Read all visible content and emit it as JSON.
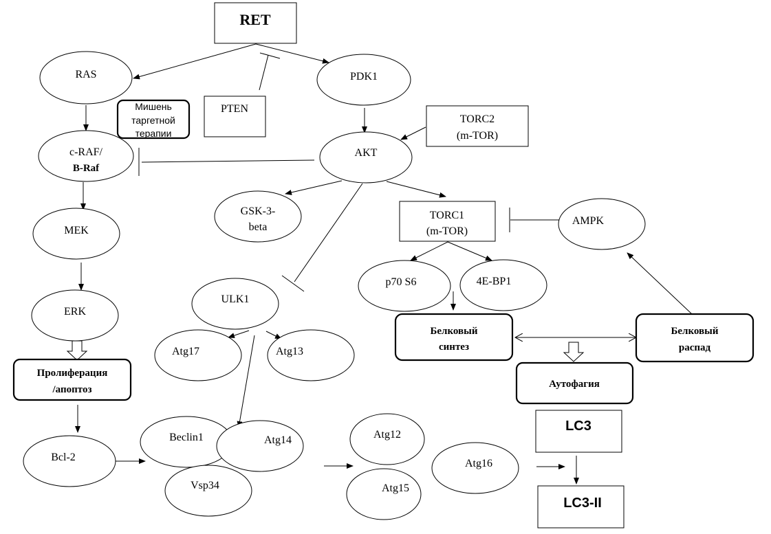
{
  "diagram": {
    "nodes": {
      "ret": "RET",
      "ras": "RAS",
      "pten": "PTEN",
      "pdk1": "PDK1",
      "target_therapy": [
        "Мишень",
        "таргетной",
        "терапии"
      ],
      "craf": [
        "c-RAF/",
        "B-Raf"
      ],
      "akt": "AKT",
      "torc2": [
        "TORC2",
        "(m-TOR)"
      ],
      "gsk3b": [
        "GSK-3-",
        "beta"
      ],
      "torc1": [
        "TORC1",
        "(m-TOR)"
      ],
      "ampk": "AMPK",
      "mek": "MEK",
      "erk": "ERK",
      "ulk1": "ULK1",
      "p70s6": "p70 S6",
      "4ebp1": "4E-BP1",
      "protein_synthesis": [
        "Белковый",
        "синтез"
      ],
      "protein_degradation": [
        "Белковый",
        "распад"
      ],
      "atg17": "Atg17",
      "atg13": "Atg13",
      "proliferation": [
        "Пролиферация",
        "/апоптоз"
      ],
      "autophagy": "Аутофагия",
      "lc3": "LC3",
      "bcl2": "Bcl-2",
      "beclin1": "Beclin1",
      "atg14": "Atg14",
      "vsp34": "Vsp34",
      "atg12": "Atg12",
      "atg16": "Atg16",
      "atg15": "Atg15",
      "lc3ii": "LC3-II"
    },
    "edges": [
      {
        "from": "RET",
        "to": "RAS",
        "type": "activation"
      },
      {
        "from": "RET",
        "to": "PDK1",
        "type": "activation"
      },
      {
        "from": "PTEN",
        "to": "RET-PDK1",
        "type": "inhibition"
      },
      {
        "from": "RAS",
        "to": "c-RAF/B-Raf",
        "type": "activation"
      },
      {
        "from": "PDK1",
        "to": "AKT",
        "type": "activation"
      },
      {
        "from": "TORC2",
        "to": "AKT",
        "type": "activation"
      },
      {
        "from": "AKT",
        "to": "c-RAF/B-Raf",
        "type": "inhibition"
      },
      {
        "from": "AKT",
        "to": "GSK-3-beta",
        "type": "activation"
      },
      {
        "from": "AKT",
        "to": "TORC1",
        "type": "activation"
      },
      {
        "from": "AKT",
        "to": "ULK1",
        "type": "inhibition"
      },
      {
        "from": "AMPK",
        "to": "TORC1",
        "type": "inhibition"
      },
      {
        "from": "c-RAF/B-Raf",
        "to": "MEK",
        "type": "activation"
      },
      {
        "from": "MEK",
        "to": "ERK",
        "type": "activation"
      },
      {
        "from": "ERK",
        "to": "Пролиферация/апоптоз",
        "type": "outcome"
      },
      {
        "from": "TORC1",
        "to": "p70 S6",
        "type": "activation"
      },
      {
        "from": "TORC1",
        "to": "4E-BP1",
        "type": "activation"
      },
      {
        "from": "p70 S6",
        "to": "Белковый синтез",
        "type": "activation"
      },
      {
        "from": "Белковый синтез",
        "to": "Белковый распад",
        "type": "bidirectional"
      },
      {
        "from": "Белковый распад",
        "to": "AMPK",
        "type": "activation"
      },
      {
        "from": "Белковый синтез/распад",
        "to": "Аутофагия",
        "type": "outcome"
      },
      {
        "from": "ULK1",
        "to": "Atg17",
        "type": "activation"
      },
      {
        "from": "ULK1",
        "to": "Atg13",
        "type": "activation"
      },
      {
        "from": "ULK1",
        "to": "Atg14",
        "type": "activation"
      },
      {
        "from": "Пролиферация/апоптоз",
        "to": "Bcl-2",
        "type": "activation"
      },
      {
        "from": "Bcl-2",
        "to": "Beclin1",
        "type": "activation"
      },
      {
        "from": "Beclin1 complex",
        "to": "Atg12 complex",
        "type": "activation"
      },
      {
        "from": "Atg12 complex",
        "to": "LC3-II",
        "type": "activation"
      },
      {
        "from": "LC3",
        "to": "LC3-II",
        "type": "activation"
      }
    ]
  }
}
